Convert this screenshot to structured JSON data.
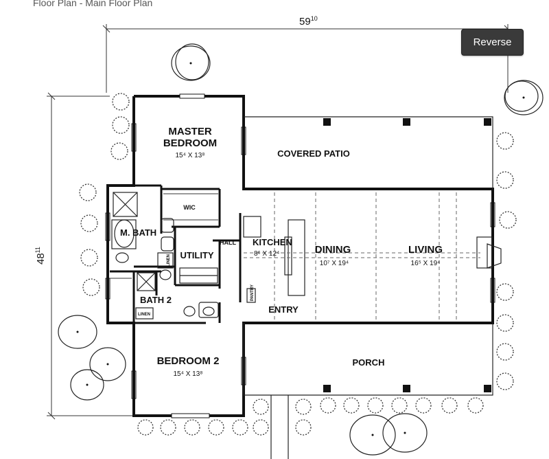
{
  "page": {
    "caption": "Floor Plan - Main Floor Plan",
    "reverse_label": "Reverse"
  },
  "dimensions": {
    "width_main": "59",
    "width_sup": "10",
    "depth_main": "48",
    "depth_sup": "11"
  },
  "rooms": {
    "master_line1": "MASTER",
    "master_line2": "BEDROOM",
    "master_size": "15⁴ X 13⁸",
    "covered_patio": "COVERED PATIO",
    "wic": "WIC",
    "m_bath": "M. BATH",
    "hall": "HALL",
    "kitchen": "KITCHEN",
    "kitchen_size": "8⁶ X 12⁴",
    "utility": "UTILITY",
    "linen": "LINEN",
    "pantry": "PANTRY",
    "dining": "DINING",
    "dining_size": "10⁷ X 19⁴",
    "living": "LIVING",
    "living_size": "16⁵ X 19⁴",
    "bath2": "BATH 2",
    "entry": "ENTRY",
    "bedroom2": "BEDROOM 2",
    "bedroom2_size": "15⁴ X 13⁸",
    "porch": "PORCH"
  }
}
